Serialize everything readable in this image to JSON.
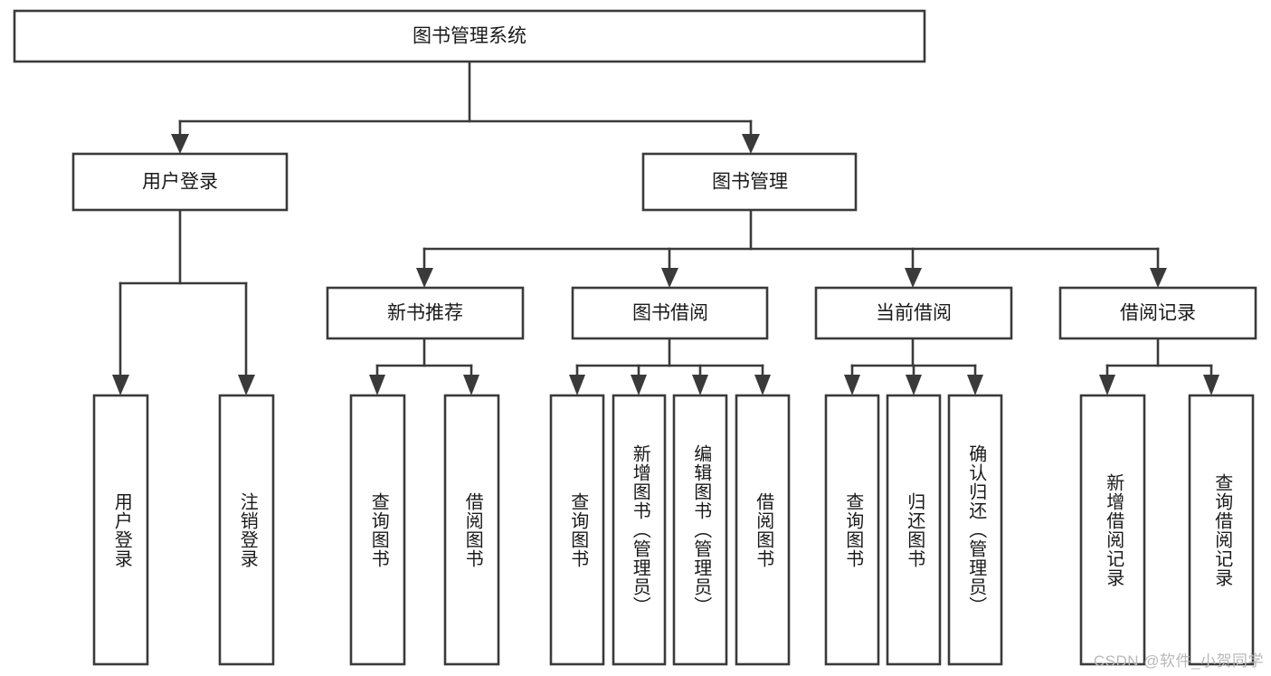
{
  "diagram": {
    "type": "tree-hierarchy-flowchart",
    "title": "图书管理系统",
    "watermark": "CSDN @软件_小贺同学",
    "colors": {
      "box_stroke": "#3a3a3a",
      "box_fill": "#ffffff",
      "text": "#1a1a1a",
      "background": "#ffffff",
      "watermark": "#b9b9b9"
    },
    "root": {
      "label": "图书管理系统",
      "orientation": "horizontal"
    },
    "level2": [
      {
        "label": "用户登录",
        "orientation": "horizontal"
      },
      {
        "label": "图书管理",
        "orientation": "horizontal"
      }
    ],
    "level3": [
      {
        "label": "新书推荐",
        "orientation": "horizontal"
      },
      {
        "label": "图书借阅",
        "orientation": "horizontal"
      },
      {
        "label": "当前借阅",
        "orientation": "horizontal"
      },
      {
        "label": "借阅记录",
        "orientation": "horizontal"
      }
    ],
    "leaves": {
      "user_login": [
        {
          "label": "用户登录",
          "orientation": "vertical"
        },
        {
          "label": "注销登录",
          "orientation": "vertical"
        }
      ],
      "new_book_recommend": [
        {
          "label": "查询图书",
          "orientation": "vertical"
        },
        {
          "label": "借阅图书",
          "orientation": "vertical"
        }
      ],
      "book_borrow": [
        {
          "label": "查询图书",
          "orientation": "vertical"
        },
        {
          "label": "新增图书（管理员）",
          "orientation": "vertical"
        },
        {
          "label": "编辑图书（管理员）",
          "orientation": "vertical"
        },
        {
          "label": "借阅图书",
          "orientation": "vertical"
        }
      ],
      "current_borrow": [
        {
          "label": "查询图书",
          "orientation": "vertical"
        },
        {
          "label": "归还图书",
          "orientation": "vertical"
        },
        {
          "label": "确认归还（管理员）",
          "orientation": "vertical"
        }
      ],
      "borrow_record": [
        {
          "label": "新增借阅记录",
          "orientation": "vertical"
        },
        {
          "label": "查询借阅记录",
          "orientation": "vertical"
        }
      ]
    }
  }
}
